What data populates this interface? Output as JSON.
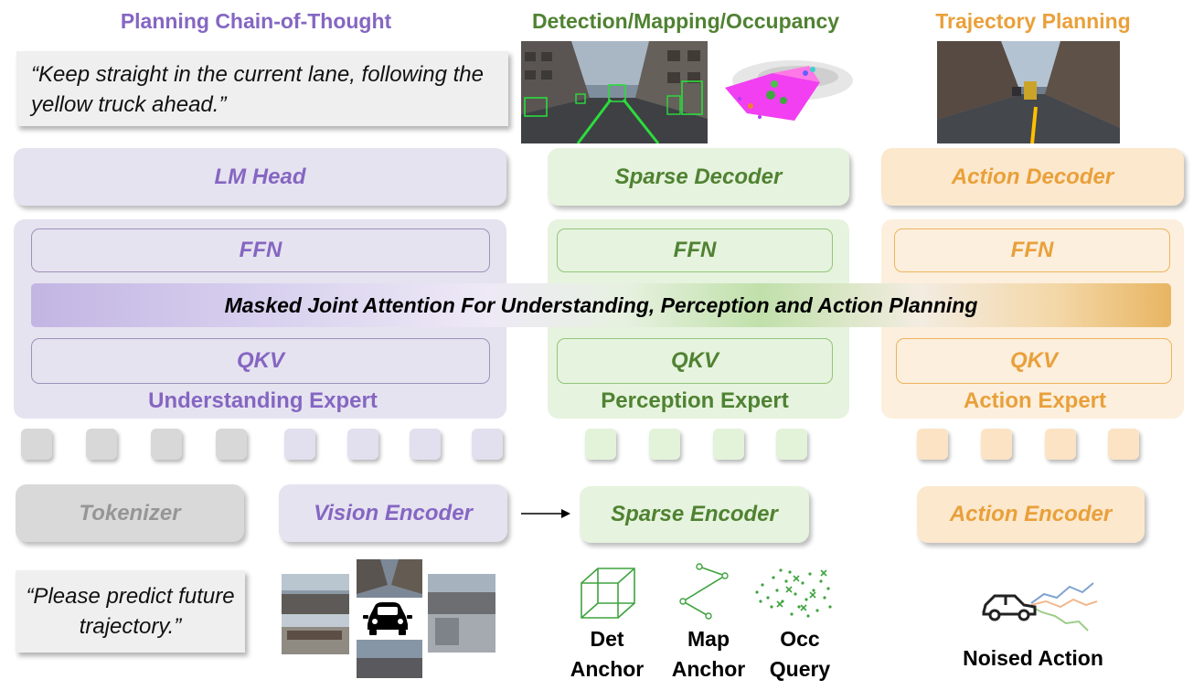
{
  "titles": {
    "left": "Planning Chain-of-Thought",
    "middle": "Detection/Mapping/Occupancy",
    "right": "Trajectory Planning"
  },
  "quotes": {
    "top": "“Keep straight in the current lane, following the yellow truck ahead.”",
    "bottom": "“Please predict future trajectory.”"
  },
  "heads": {
    "understanding": "LM Head",
    "perception": "Sparse Decoder",
    "action": "Action Decoder"
  },
  "layers": {
    "ffn": "FFN",
    "qkv": "QKV",
    "attention": "Masked Joint Attention For Understanding, Perception and Action Planning"
  },
  "experts": {
    "understanding": "Understanding Expert",
    "perception": "Perception Expert",
    "action": "Action Expert"
  },
  "encoders": {
    "tokenizer": "Tokenizer",
    "vision": "Vision Encoder",
    "sparse": "Sparse Encoder",
    "action": "Action Encoder"
  },
  "inputs": {
    "det": "Det Anchor",
    "map": "Map Anchor",
    "occ": "Occ Query",
    "noised": "Noised Action"
  },
  "colors": {
    "purple_text": "#8566c2",
    "green_text": "#4f8232",
    "orange_text": "#e9a03a",
    "purple_panel": "#e6e3f0",
    "green_panel": "#e6f3de",
    "orange_panel": "#fcefdd"
  }
}
